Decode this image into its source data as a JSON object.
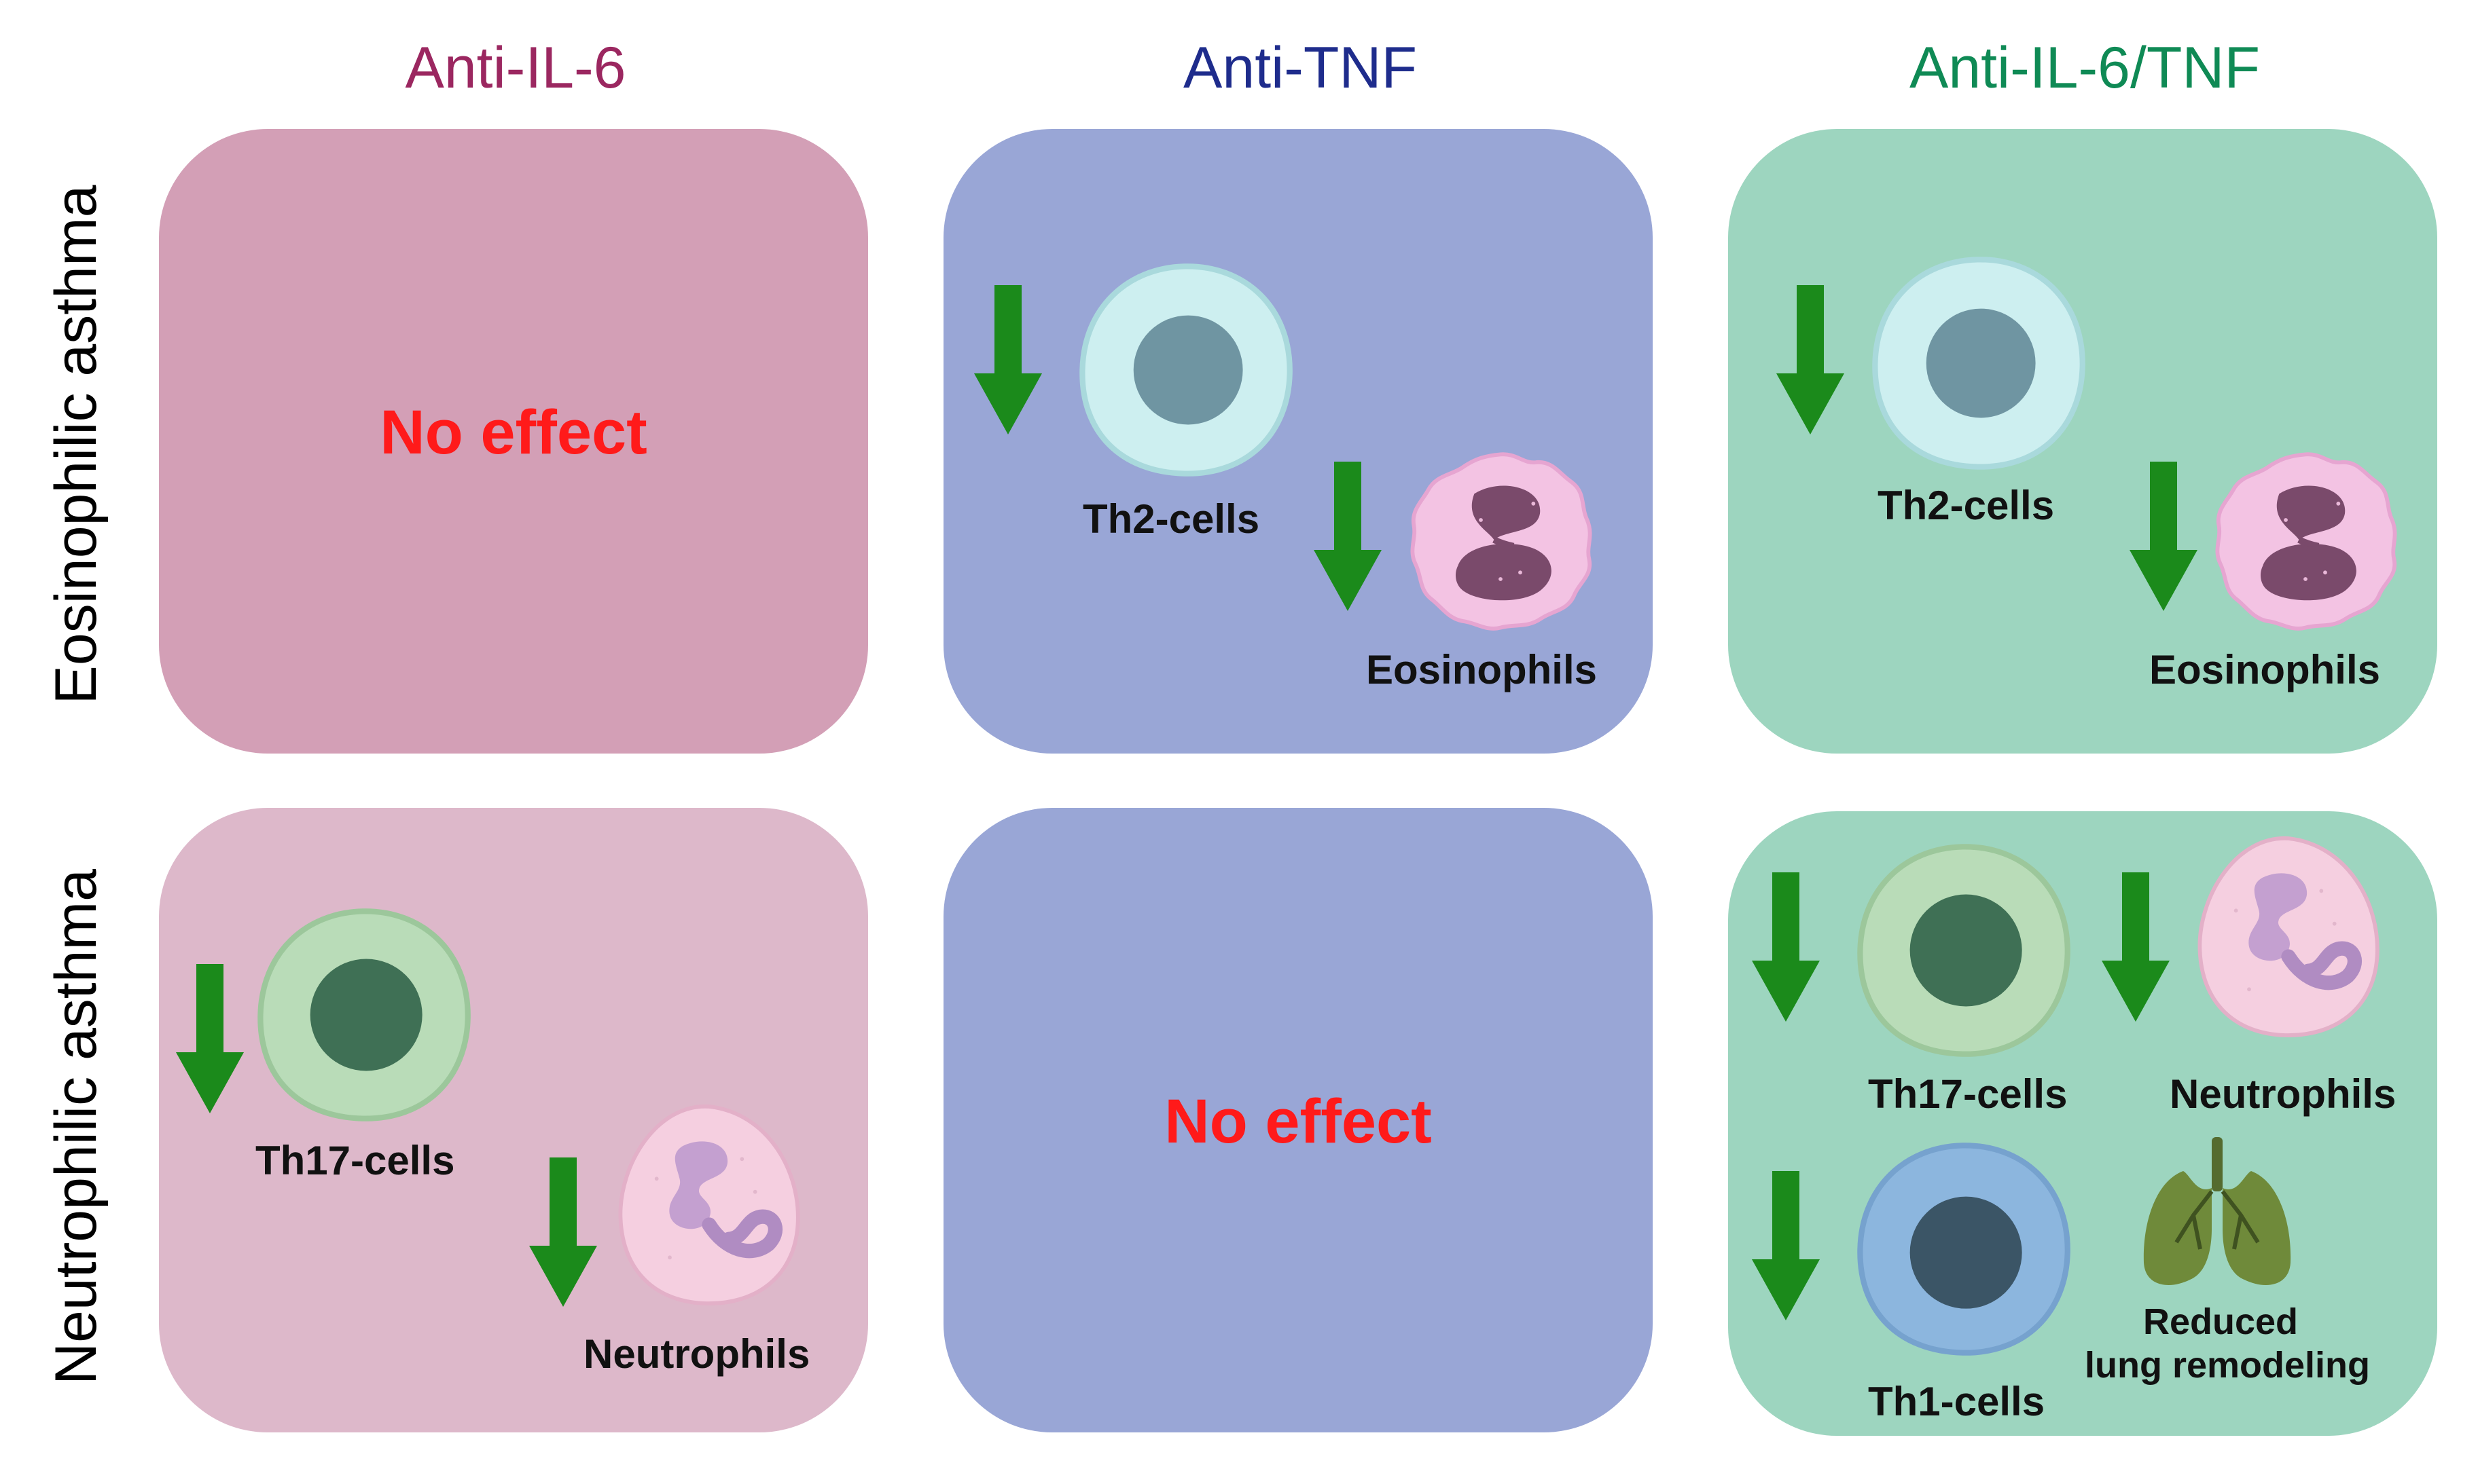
{
  "columns": {
    "il6": {
      "label": "Anti-IL-6",
      "color": "#9b2760"
    },
    "tnf": {
      "label": "Anti-TNF",
      "color": "#1e2c8c"
    },
    "combo": {
      "label": "Anti-IL-6/TNF",
      "color": "#0f8a55"
    }
  },
  "rows": {
    "eosinophilic": "Eosinophilic asthma",
    "neutrophilic": "Neutrophilic asthma"
  },
  "panels": {
    "eos_il6": {
      "text": "No effect",
      "color": "#d39fb6"
    },
    "eos_tnf": {
      "th2_label": "Th2-cells",
      "eos_label": "Eosinophils",
      "color": "#99a6d6"
    },
    "eos_combo": {
      "th2_label": "Th2-cells",
      "eos_label": "Eosinophils",
      "color": "#9dd5bf"
    },
    "neu_il6": {
      "th17_label": "Th17-cells",
      "neu_label": "Neutrophils",
      "color": "#ddb8ca"
    },
    "neu_tnf": {
      "text": "No effect",
      "color": "#99a6d6"
    },
    "neu_combo": {
      "th17_label": "Th17-cells",
      "neu_label": "Neutrophils",
      "th1_label": "Th1-cells",
      "lung_label_line1": "Reduced",
      "lung_label_line2": "lung remodeling",
      "color": "#9dd5bf"
    }
  },
  "icons": {
    "arrow": "green-down-arrow-icon",
    "th2": "th2-cell-icon",
    "th17": "th17-cell-icon",
    "th1": "th1-cell-icon",
    "eosinophil": "eosinophil-icon",
    "neutrophil": "neutrophil-icon",
    "lung": "lungs-icon"
  },
  "arrow_color": "#1b8a1b",
  "no_effect_color": "#ff1a1a"
}
